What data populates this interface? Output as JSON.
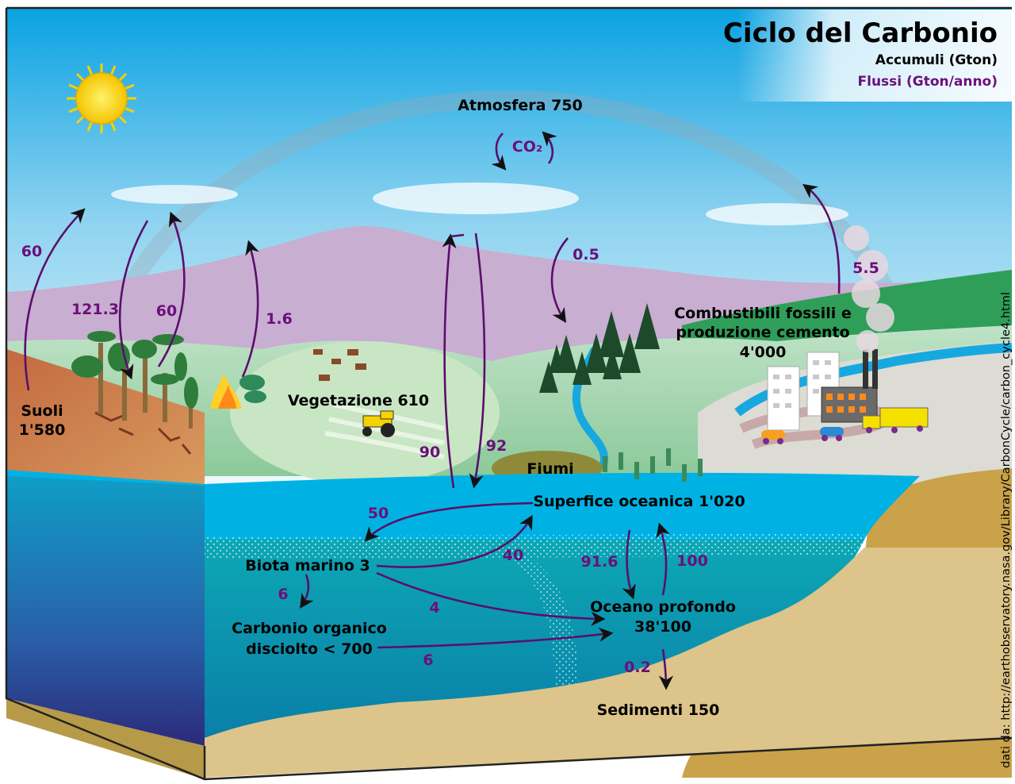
{
  "title": "Ciclo del Carbonio",
  "legend": {
    "stocks": "Accumuli (Gton)",
    "fluxes": "Flussi (Gton/anno)"
  },
  "stocks": {
    "atmosphere": "Atmosfera 750",
    "soils_line1": "Suoli",
    "soils_line2": "1'580",
    "vegetation": "Vegetazione 610",
    "fossil_line1": "Combustibili fossili e",
    "fossil_line2": "produzione cemento",
    "fossil_line3": "4'000",
    "rivers": "Fiumi",
    "ocean_surface": "Superfice oceanica 1'020",
    "marine_biota": "Biota marino 3",
    "doc_line1": "Carbonio organico",
    "doc_line2": "disciolto < 700",
    "deep_ocean_line1": "Oceano profondo",
    "deep_ocean_line2": "38'100",
    "sediments": "Sedimenti 150"
  },
  "fluxes": {
    "co2": "CO₂",
    "soil_respiration": "60",
    "photosynthesis": "121.3",
    "plant_respiration": "60",
    "land_use": "1.6",
    "forest_uptake": "0.5",
    "fossil_emissions": "5.5",
    "ocean_release": "90",
    "ocean_uptake": "92",
    "surface_to_biota": "50",
    "biota_to_surface": "40",
    "biota_to_doc": "6",
    "biota_to_deep": "4",
    "doc_to_deep": "6",
    "surface_to_deep": "91.6",
    "deep_to_surface": "100",
    "deep_to_sediments": "0.2"
  },
  "credit": "dati da: http://earthobservatory.nasa.gov/Library/CarbonCycle/carbon_cycle4.html",
  "colors": {
    "flux_label": "#6b0f7a",
    "arrow": "#5a0f6b",
    "sky_top": "#0aa0e0",
    "ocean": "#00b2e4",
    "deep_ocean": "#0a8fa0",
    "sediment": "#dcc48a"
  }
}
